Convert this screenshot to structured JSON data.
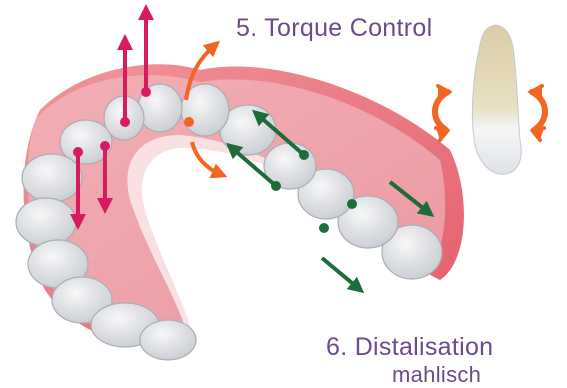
{
  "labels": {
    "torque_control": "5. Torque Control",
    "distalisation": "6. Distalisation",
    "cut_off_text": "mahlisch"
  },
  "colors": {
    "label_text": "#6b4b8a",
    "extrusion_arrow": "#d81b60",
    "torque_arrow": "#f26522",
    "distal_arrow": "#1e6b3c",
    "gum": "#e8606a",
    "aligner": "#f3c7cc",
    "tooth": "#e7e9ec"
  },
  "icons": {
    "arch": "dental-arch-illustration",
    "tooth": "single-tooth-illustration",
    "rotate_left": "rotate-left-icon",
    "rotate_right": "rotate-right-icon"
  }
}
